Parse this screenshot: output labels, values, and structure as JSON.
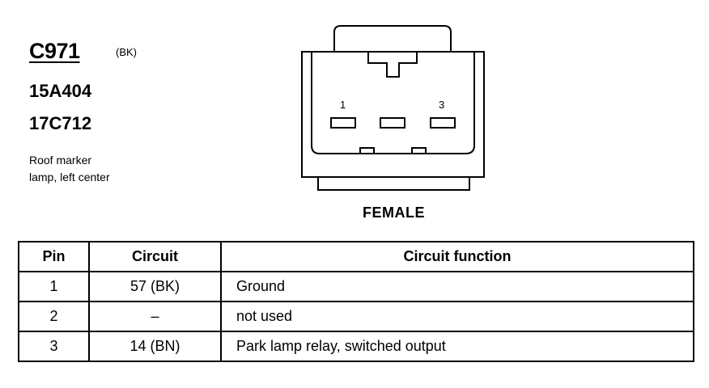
{
  "connector": {
    "id": "C971",
    "color": "(BK)",
    "part_numbers": [
      "15A404",
      "17C712"
    ],
    "description_lines": [
      "Roof marker",
      "lamp, left center"
    ],
    "gender": "FEMALE",
    "pin_labels": [
      "1",
      "3"
    ]
  },
  "table": {
    "headers": [
      "Pin",
      "Circuit",
      "Circuit function"
    ],
    "rows": [
      {
        "pin": "1",
        "circuit": "57 (BK)",
        "function": "Ground"
      },
      {
        "pin": "2",
        "circuit": "–",
        "function": "not used"
      },
      {
        "pin": "3",
        "circuit": "14 (BN)",
        "function": "Park lamp relay, switched output"
      }
    ]
  }
}
